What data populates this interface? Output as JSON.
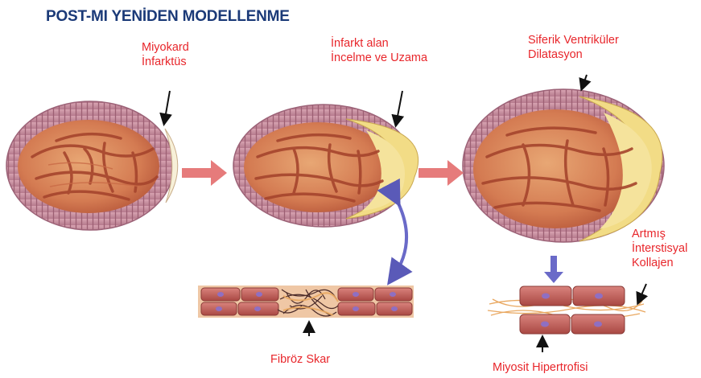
{
  "title": "POST-MI YENİDEN MODELLENME",
  "labels": {
    "miyokard_line1": "Miyokard",
    "miyokard_line2": "İnfarktüs",
    "infarkt_line1": "İnfarkt alan",
    "infarkt_line2": "İncelme ve Uzama",
    "siferik_line1": "Siferik Ventriküler",
    "siferik_line2": "Dilatasyon",
    "artmis_line1": "Artmış",
    "artmis_line2": "İnterstisyal",
    "artmis_line3": "Kollajen",
    "fibroz": "Fibröz Skar",
    "miyosit": "Miyosit Hipertrofisi"
  },
  "colors": {
    "title": "#1b3a78",
    "label": "#e8262b",
    "arrow_salmon": "#e67b7b",
    "arrow_blue": "#6a6ac8",
    "muscle_ring": "#c98fa0",
    "cavity": "#e59a6a",
    "trabeculae": "#a6452d",
    "infarct": "#f2dc86",
    "cell": "#c65a56",
    "nucleus": "#8f6fc2"
  }
}
